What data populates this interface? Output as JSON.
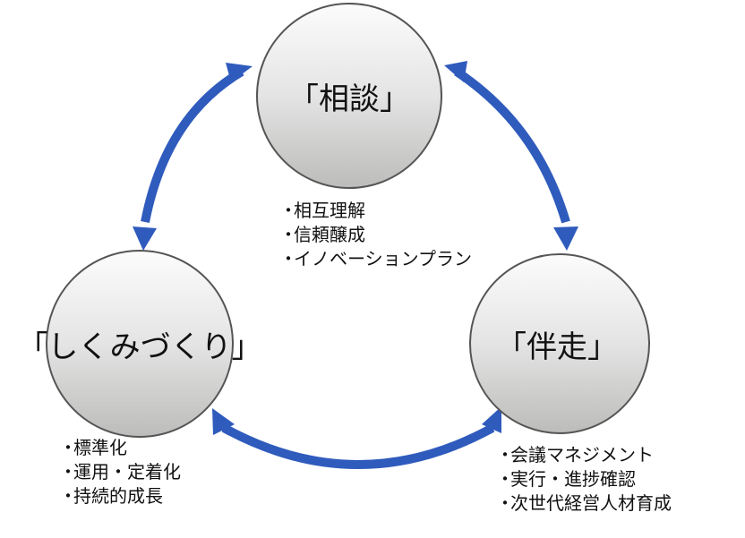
{
  "colors": {
    "arrow": "#2f5bbd",
    "circle_stroke": "#555555",
    "circle_fill_light": "#fbfbfb",
    "circle_fill_dark": "#bdbdbb",
    "text": "#111111"
  },
  "nodes": {
    "consult": {
      "label": "「相談」",
      "items": [
        "相互理解",
        "信頼醸成",
        "イノベーションプラン"
      ]
    },
    "system": {
      "label": "「しくみづくり」",
      "items": [
        "標準化",
        "運用・定着化",
        "持続的成長"
      ]
    },
    "support": {
      "label": "「伴走」",
      "items": [
        "会議マネジメント",
        "実行・進捗確認",
        "次世代経営人材育成"
      ]
    }
  },
  "connections": [
    {
      "from": "consult",
      "to": "system",
      "type": "bidirectional"
    },
    {
      "from": "consult",
      "to": "support",
      "type": "bidirectional"
    },
    {
      "from": "system",
      "to": "support",
      "type": "bidirectional"
    }
  ]
}
